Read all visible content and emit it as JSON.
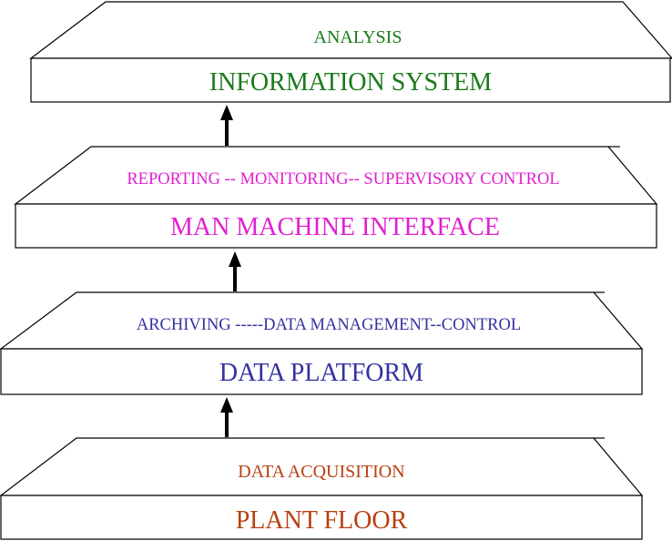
{
  "tiers": [
    {
      "title": "INFORMATION SYSTEM",
      "subtitle": "ANALYSIS",
      "color": "#1a7a1a"
    },
    {
      "title": "MAN MACHINE INTERFACE",
      "subtitle": "REPORTING -- MONITORING-- SUPERVISORY CONTROL",
      "color": "#e020d0"
    },
    {
      "title": "DATA PLATFORM",
      "subtitle": "ARCHIVING -----DATA MANAGEMENT--CONTROL",
      "color": "#3232a0"
    },
    {
      "title": "PLANT FLOOR",
      "subtitle": "DATA ACQUISITION",
      "color": "#b84010"
    }
  ],
  "arrow_color": "#000000"
}
